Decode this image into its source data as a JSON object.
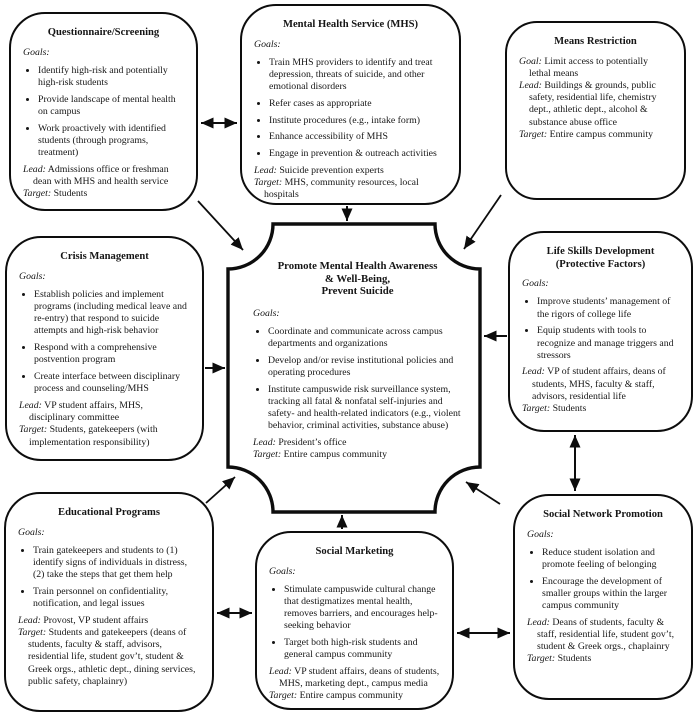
{
  "boxes": {
    "questionnaire": {
      "title": "Questionnaire/Screening",
      "goals_label": "Goals:",
      "bullets": [
        "Identify high-risk and potentially high-risk students",
        "Provide landscape of mental health on campus",
        "Work proactively with identified students (through programs, treatment)"
      ],
      "lead_label": "Lead:",
      "lead": "Admissions office or freshman dean with MHS and health service",
      "target_label": "Target:",
      "target": "Students"
    },
    "mhs": {
      "title": "Mental Health Service (MHS)",
      "goals_label": "Goals:",
      "bullets": [
        "Train MHS providers to identify and treat depression, threats of suicide, and other emotional disorders",
        "Refer cases as appropriate",
        "Institute procedures (e.g., intake form)",
        "Enhance accessibility of MHS",
        "Engage in prevention & outreach activities"
      ],
      "lead_label": "Lead:",
      "lead": "Suicide prevention experts",
      "target_label": "Target:",
      "target": "MHS, community resources, local hospitals"
    },
    "means_restriction": {
      "title": "Means Restriction",
      "goal_label": "Goal:",
      "goal": "Limit access to potentially lethal means",
      "lead_label": "Lead:",
      "lead": "Buildings & grounds, public safety, residential life, chemistry dept., athletic dept., alcohol & substance abuse office",
      "target_label": "Target:",
      "target": "Entire campus community"
    },
    "crisis": {
      "title": "Crisis Management",
      "goals_label": "Goals:",
      "bullets": [
        "Establish policies and implement programs (including medical leave and re-entry) that respond to suicide attempts and high-risk behavior",
        "Respond with a comprehensive postvention program",
        "Create interface between disciplinary process and counseling/MHS"
      ],
      "lead_label": "Lead:",
      "lead": "VP student affairs, MHS, disciplinary committee",
      "target_label": "Target:",
      "target": "Students, gatekeepers (with implementation responsibility)"
    },
    "center": {
      "title": "Promote Mental Health Awareness\n& Well-Being,\nPrevent Suicide",
      "goals_label": "Goals:",
      "bullets": [
        "Coordinate and communicate across campus departments and organizations",
        "Develop and/or revise institutional policies and operating procedures",
        "Institute campuswide risk surveillance system, tracking all fatal & nonfatal self-injuries and safety- and health-related indicators (e.g., violent behavior, criminal activities, substance abuse)"
      ],
      "lead_label": "Lead:",
      "lead": "President’s office",
      "target_label": "Target:",
      "target": "Entire campus community"
    },
    "life_skills": {
      "title": "Life Skills Development\n(Protective Factors)",
      "goals_label": "Goals:",
      "bullets": [
        "Improve students’ management of the rigors of college life",
        "Equip students with tools to recognize and manage triggers and stressors"
      ],
      "lead_label": "Lead:",
      "lead": "VP of student affairs, deans of students, MHS, faculty & staff, advisors, residential life",
      "target_label": "Target:",
      "target": "Students"
    },
    "educational": {
      "title": "Educational Programs",
      "goals_label": "Goals:",
      "bullets": [
        "Train gatekeepers and students to (1) identify signs of individuals in distress, (2) take the steps that get them help",
        "Train personnel on confidentiality, notification, and legal issues"
      ],
      "lead_label": "Lead:",
      "lead": "Provost, VP student affairs",
      "target_label": "Target:",
      "target": "Students and gatekeepers (deans of students, faculty & staff, advisors, residential life, student gov’t, student & Greek orgs., athletic dept., dining services, public safety, chaplainry)"
    },
    "social_marketing": {
      "title": "Social Marketing",
      "goals_label": "Goals:",
      "bullets": [
        "Stimulate campuswide cultural change that destigmatizes mental health, removes barriers, and encourages help-seeking behavior",
        "Target both high-risk students and general campus community"
      ],
      "lead_label": "Lead:",
      "lead": "VP student affairs, deans of students, MHS, marketing dept., campus media",
      "target_label": "Target:",
      "target": "Entire campus community"
    },
    "social_network": {
      "title": "Social Network Promotion",
      "goals_label": "Goals:",
      "bullets": [
        "Reduce student isolation and promote feeling of belonging",
        "Encourage the development of smaller groups within the larger campus community"
      ],
      "lead_label": "Lead:",
      "lead": "Deans of students, faculty & staff, residential life, student gov’t, student & Greek orgs., chaplainry",
      "target_label": "Target:",
      "target": "Students"
    }
  },
  "colors": {
    "line": "#0d0d0d",
    "background": "#ffffff"
  }
}
